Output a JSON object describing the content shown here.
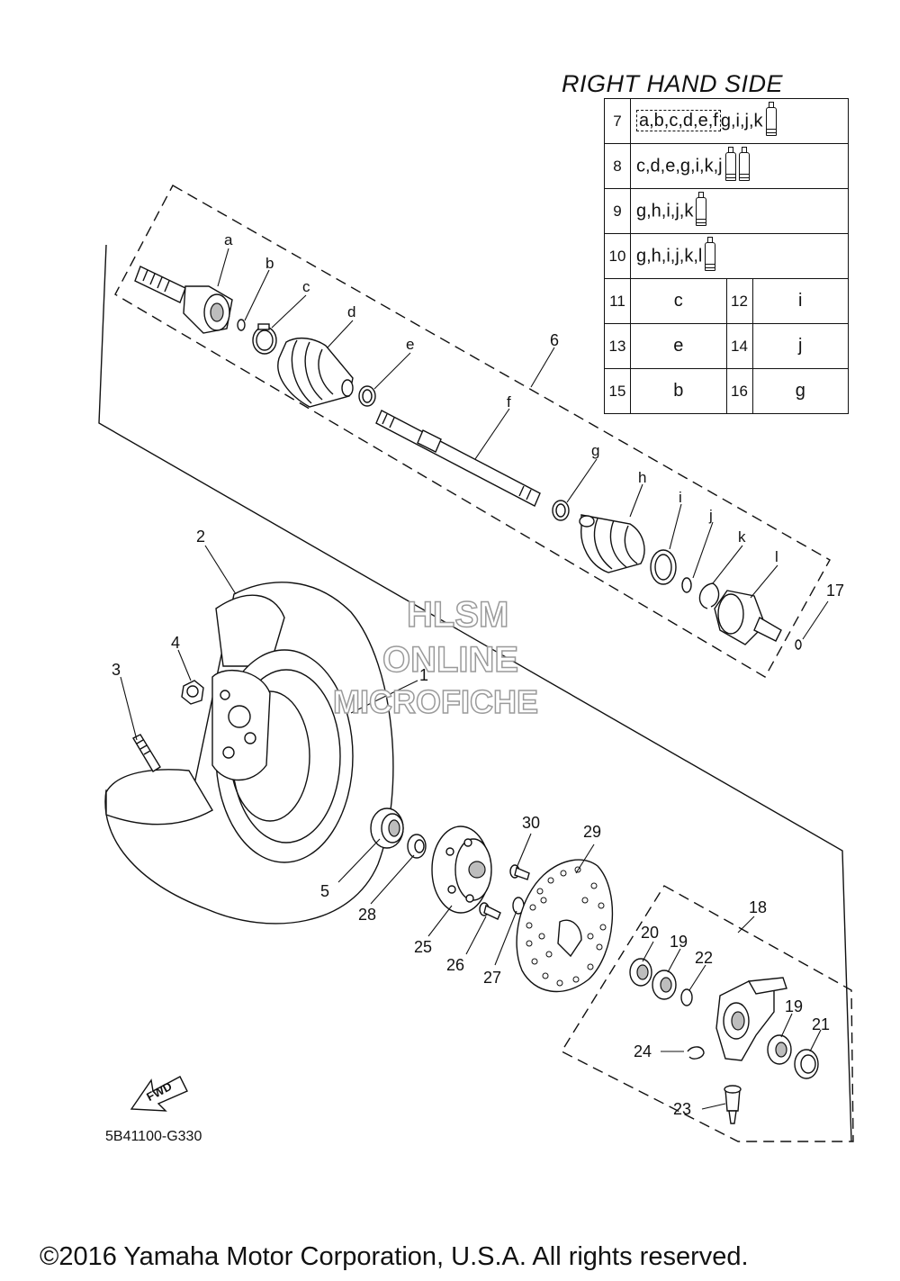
{
  "header": {
    "title": "RIGHT HAND SIDE"
  },
  "kit_table": {
    "rows": [
      {
        "no": "7",
        "parts": "a,b,c,d,e,f",
        "extra": "g,i,j,k",
        "tubes": 1,
        "boxed": true
      },
      {
        "no": "8",
        "parts": "c,d,e,g,i,k,j",
        "extra": "",
        "tubes": 2,
        "boxed": false
      },
      {
        "no": "9",
        "parts": "g,h,i,j,k",
        "extra": "",
        "tubes": 1,
        "boxed": false
      },
      {
        "no": "10",
        "parts": "g,h,i,j,k,l",
        "extra": "",
        "tubes": 1,
        "boxed": false
      }
    ],
    "pairs": [
      {
        "no_a": "11",
        "part_a": "c",
        "no_b": "12",
        "part_b": "i"
      },
      {
        "no_a": "13",
        "part_a": "e",
        "no_b": "14",
        "part_b": "j"
      },
      {
        "no_a": "15",
        "part_a": "b",
        "no_b": "16",
        "part_b": "g"
      }
    ]
  },
  "letter_labels": [
    "a",
    "b",
    "c",
    "d",
    "e",
    "f",
    "g",
    "h",
    "i",
    "j",
    "k",
    "l"
  ],
  "part_numbers": [
    "1",
    "2",
    "3",
    "4",
    "5",
    "6",
    "17",
    "18",
    "19",
    "19",
    "20",
    "21",
    "22",
    "23",
    "24",
    "25",
    "26",
    "27",
    "28",
    "29",
    "30"
  ],
  "watermark": {
    "line1": "HLSM",
    "line2": "ONLINE",
    "line3": "MICROFICHE"
  },
  "fwd_arrow": {
    "label": "FWD"
  },
  "diagram_code": "5B41100-G330",
  "copyright": "©2016 Yamaha Motor Corporation, U.S.A. All rights reserved."
}
